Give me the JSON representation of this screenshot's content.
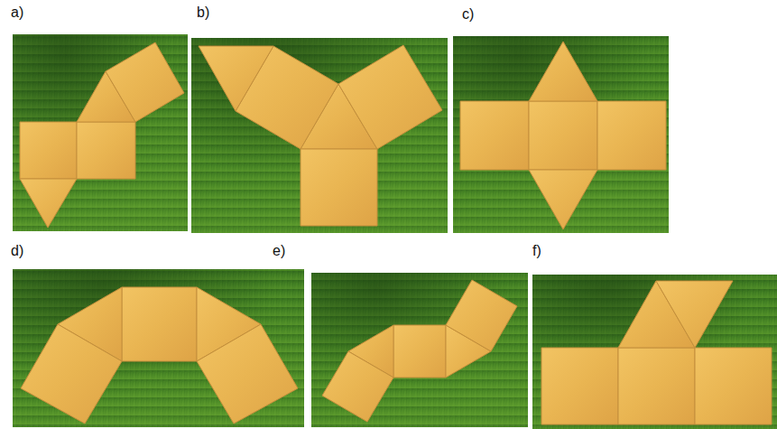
{
  "diagram": {
    "labels": [
      "a)",
      "b)",
      "c)",
      "d)",
      "e)",
      "f)"
    ]
  }
}
